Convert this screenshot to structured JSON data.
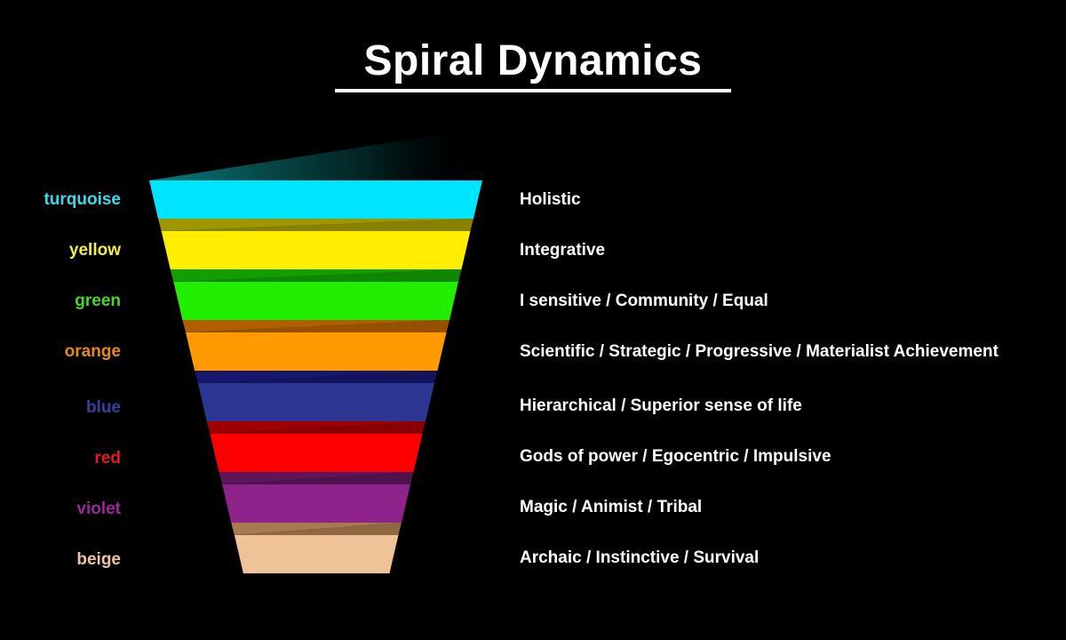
{
  "title": "Spiral Dynamics",
  "levels": [
    {
      "label": "turquoise",
      "description": "Holistic",
      "color": "#00e5ff",
      "label_color": "#40d9f0",
      "connector_color": "#00a3ad"
    },
    {
      "label": "yellow",
      "description": "Integrative",
      "color": "#ffee00",
      "label_color": "#f3ee48",
      "connector_color": "#a09600"
    },
    {
      "label": "green",
      "description": "I sensitive / Community / Equal",
      "color": "#22ee00",
      "label_color": "#4cd52d",
      "connector_color": "#139e00"
    },
    {
      "label": "orange",
      "description": "Scientific / Strategic / Progressive / Materialist Achievement",
      "color": "#ff9a00",
      "label_color": "#e8881c",
      "connector_color": "#b05f00"
    },
    {
      "label": "blue",
      "description": "Hierarchical / Superior sense of life",
      "color": "#2d3593",
      "label_color": "#3a40a0",
      "connector_color": "#15186e"
    },
    {
      "label": "red",
      "description": "Gods of power / Egocentric / Impulsive",
      "color": "#ff0000",
      "label_color": "#e61c1c",
      "connector_color": "#a00000"
    },
    {
      "label": "violet",
      "description": "Magic / Animist / Tribal",
      "color": "#8e238c",
      "label_color": "#9a2a96",
      "connector_color": "#5c1659"
    },
    {
      "label": "beige",
      "description": "Archaic / Instinctive / Survival",
      "color": "#efc397",
      "label_color": "#eec59e",
      "connector_color": "#a87a4e"
    }
  ]
}
